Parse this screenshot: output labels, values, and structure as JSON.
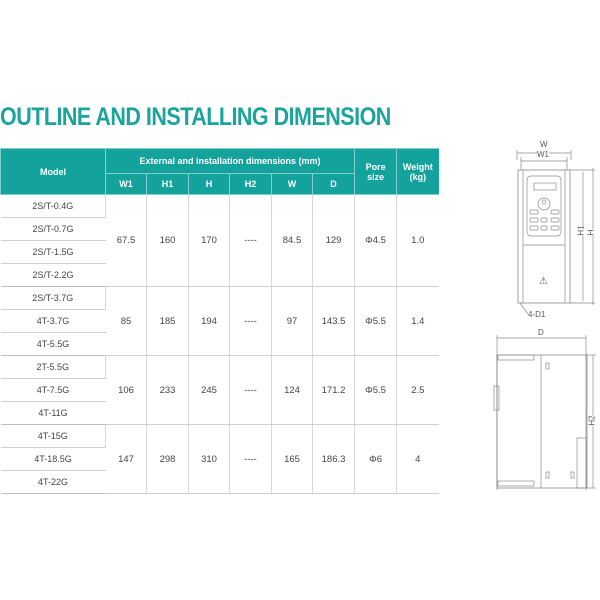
{
  "title": "OUTLINE AND INSTALLING DIMENSION",
  "colors": {
    "accent": "#1aa49b",
    "header_bg": "#13a39c",
    "header_text": "#ffffff",
    "text": "#444444",
    "grid": "#d8d8d8"
  },
  "table": {
    "headers": {
      "model": "Model",
      "dims_group": "External and installation dimensions (mm)",
      "pore": "Pore size",
      "weight": "Weight (kg)",
      "sub": [
        "W1",
        "H1",
        "H",
        "H2",
        "W",
        "D"
      ]
    },
    "groups": [
      {
        "models": [
          "2S/T-0.4G",
          "2S/T-0.7G",
          "2S/T-1.5G",
          "2S/T-2.2G"
        ],
        "W1": "67.5",
        "H1": "160",
        "H": "170",
        "H2": "----",
        "W": "84.5",
        "D": "129",
        "pore": "Φ4.5",
        "weight": "1.0"
      },
      {
        "models": [
          "2S/T-3.7G",
          "4T-3.7G",
          "4T-5.5G"
        ],
        "W1": "85",
        "H1": "185",
        "H": "194",
        "H2": "----",
        "W": "97",
        "D": "143.5",
        "pore": "Φ5.5",
        "weight": "1.4"
      },
      {
        "models": [
          "2T-5.5G",
          "4T-7.5G",
          "4T-11G"
        ],
        "W1": "106",
        "H1": "233",
        "H": "245",
        "H2": "----",
        "W": "124",
        "D": "171.2",
        "pore": "Φ5.5",
        "weight": "2.5"
      },
      {
        "models": [
          "4T-15G",
          "4T-18.5G",
          "4T-22G"
        ],
        "W1": "147",
        "H1": "298",
        "H": "310",
        "H2": "----",
        "W": "165",
        "D": "186.3",
        "pore": "Φ6",
        "weight": "4"
      }
    ]
  },
  "diagram": {
    "front_labels": {
      "W": "W",
      "W1": "W1",
      "H1": "H1",
      "H": "H",
      "D1": "4-D1"
    },
    "side_labels": {
      "D": "D",
      "H2": "H2"
    },
    "warning_icon": "⚠"
  }
}
